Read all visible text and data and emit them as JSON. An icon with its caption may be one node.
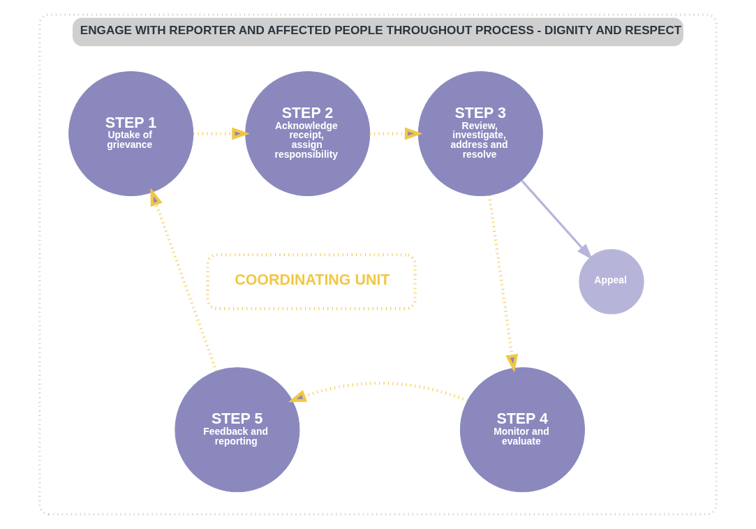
{
  "diagram": {
    "nodes": [
      {
        "text": [
          "ENGAGE WITH REPORTER AND AFFECTED PEOPLE THROUGHOUT PROCESS - DIGNITY AND RESPECT"
        ]
      },
      {
        "text": [
          "STEP 1",
          "Uptake of grievance"
        ],
        "in": 0
      },
      {
        "text": [
          "STEP 2",
          "Acknowledge receipt, assign responsibility"
        ],
        "in": 0
      },
      {
        "text": [
          "STEP 3",
          "Review, investigate, address and resolve"
        ],
        "in": 0
      },
      {
        "text": [
          "COORDINATING UNIT"
        ],
        "in": 0
      },
      {
        "text": [
          "Appeal"
        ],
        "in": 0
      },
      {
        "text": [
          "STEP 5",
          "Feedback and reporting"
        ],
        "in": 0
      },
      {
        "text": [
          "STEP 4",
          "Monitor and evaluate"
        ],
        "in": 0
      }
    ],
    "edges": [
      {
        "from": 1,
        "to": 2,
        "arrow": "to",
        "style": "dashed"
      },
      {
        "from": 2,
        "to": 3,
        "arrow": "to",
        "style": "dashed"
      },
      {
        "from": 3,
        "to": 7,
        "arrow": "to",
        "style": "dashed"
      },
      {
        "from": 7,
        "to": 6,
        "arrow": "to",
        "style": "dashed"
      },
      {
        "from": 6,
        "to": 1,
        "arrow": "to",
        "style": "dashed"
      },
      {
        "from": 3,
        "to": 5,
        "arrow": "to",
        "color": "#b6b5d9"
      }
    ]
  }
}
